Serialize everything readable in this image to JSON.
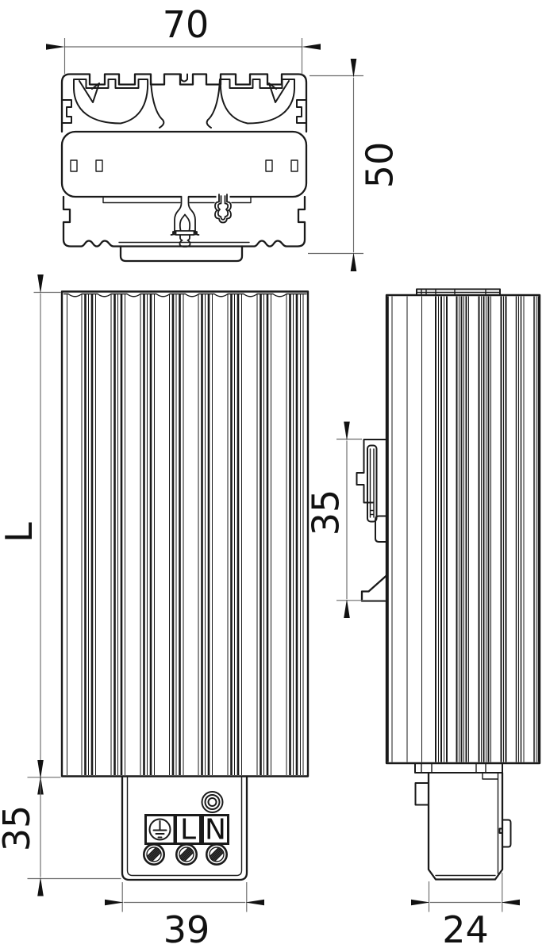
{
  "page": {
    "background_color": "#ffffff",
    "line_color": "#1a1a1a",
    "dimension_line_color": "#6b6b6b"
  },
  "views": {
    "top_section": {
      "name": "top cross-section view of heatsink extrusion",
      "width_label": "70",
      "height_label": "50"
    },
    "front": {
      "name": "front view of finned heater body",
      "length_label": "L",
      "terminal_height_label": "35",
      "terminal_width_label": "39",
      "terminal": {
        "earth_icon": "protective-earth-icon",
        "indicator_icon": "concentric-rings-icon",
        "screw_icon": "terminal-screw-icon",
        "line_label": "L",
        "neutral_label": "N"
      }
    },
    "side": {
      "name": "side view with DIN rail clip",
      "din_clip_label": "35",
      "depth_label": "24"
    }
  }
}
